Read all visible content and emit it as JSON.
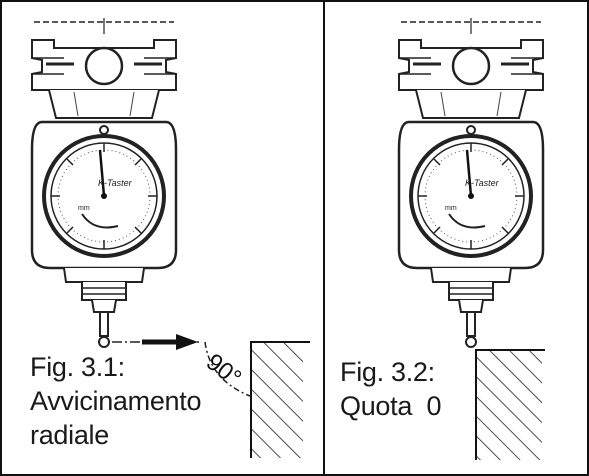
{
  "panels": [
    {
      "figure_label": "Fig. 3.1:",
      "caption_lines": [
        "Avvicinamento",
        "radiale"
      ],
      "angle_label": "90°",
      "dial_brand": "K-Taster"
    },
    {
      "figure_label": "Fig. 3.2:",
      "caption_lines": [
        "Quota  0"
      ],
      "dial_brand": "K-Taster"
    }
  ]
}
